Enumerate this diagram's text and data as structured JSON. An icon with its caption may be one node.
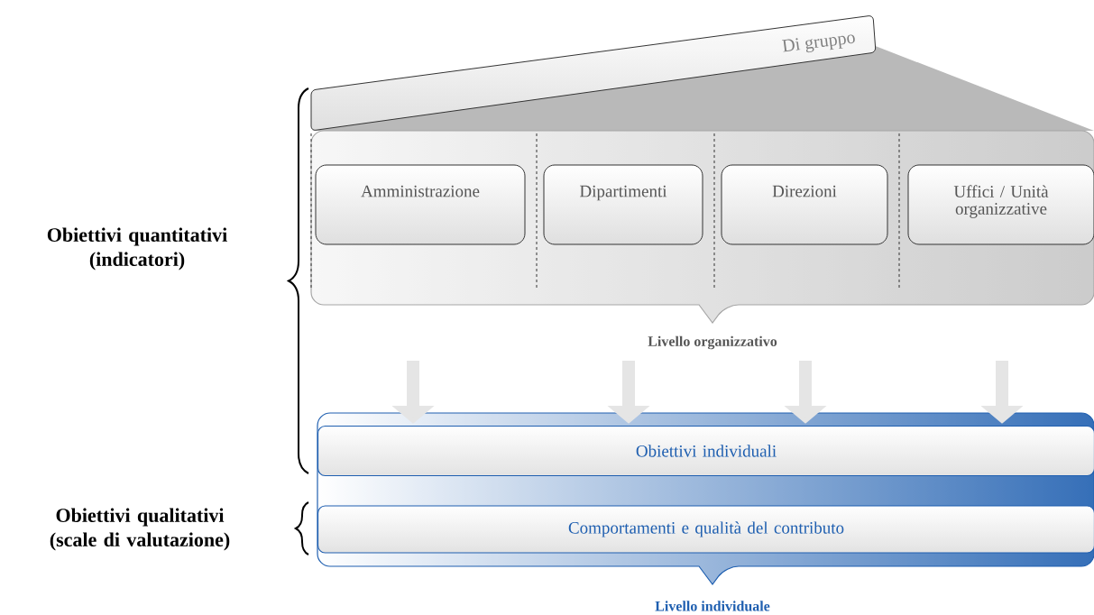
{
  "diagram": {
    "nodes": [
      {
        "text": [
          "Di gruppo"
        ]
      },
      {
        "text": [
          "Amministrazione"
        ]
      },
      {
        "text": [
          "Dipartimenti"
        ]
      },
      {
        "text": [
          "Direzioni"
        ]
      },
      {
        "text": [
          "Uffici / Unità organizzative"
        ]
      },
      {
        "text": [
          "Obiettivi individuali"
        ]
      },
      {
        "text": [
          "Comportamenti e qualità del contributo"
        ]
      }
    ],
    "edges": [
      {
        "from": null,
        "to": 5,
        "arrow": "to"
      },
      {
        "from": null,
        "to": 5,
        "arrow": "to"
      },
      {
        "from": null,
        "to": 5,
        "arrow": "to"
      },
      {
        "from": null,
        "to": 5,
        "arrow": "to"
      }
    ],
    "labels": [
      "Obiettivi quantitativi (indicatori)",
      "Obiettivi qualitativi (scale di valutazione)",
      "Livello organizzativo",
      "Livello individuale"
    ]
  }
}
